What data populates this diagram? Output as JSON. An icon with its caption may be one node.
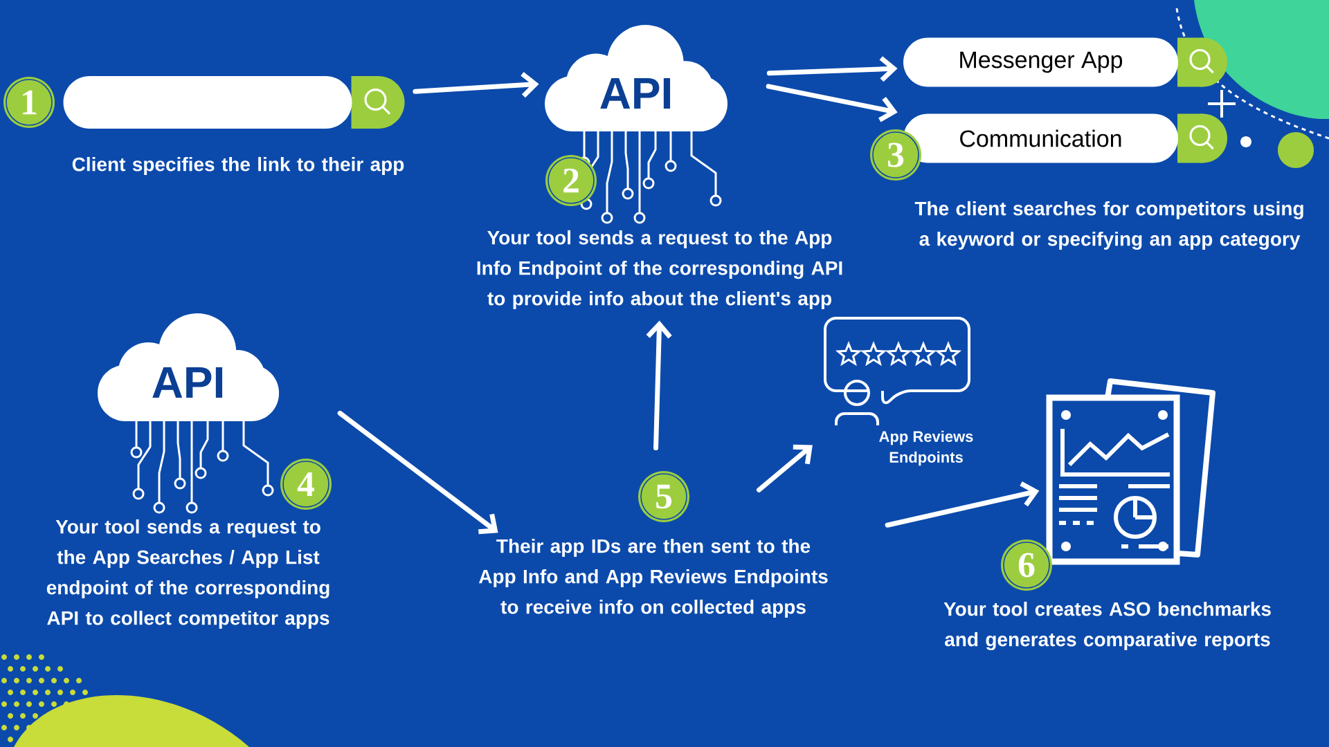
{
  "diagram": {
    "nodes": [
      {
        "text": [],
        "shape": "box",
        "beside": [
          "Client specifies the link to their app"
        ]
      },
      {
        "text": [
          "API"
        ]
      },
      {
        "text": [
          "Your tool sends a request to the App Info Endpoint of the corresponding API to provide info about the client's app"
        ]
      },
      {
        "text": [
          "Messenger App"
        ]
      },
      {
        "text": [
          "Communication"
        ],
        "beside": [
          "The client searches for competitors using a keyword or specifying an app category"
        ]
      },
      {
        "text": [
          "API"
        ],
        "beside": [
          "Your tool sends a request to the App Searches / App List endpoint of the corresponding API to collect competitor apps"
        ]
      },
      {
        "text": [
          "Their app IDs are then sent to the App Info and App Reviews Endpoints to receive info on collected apps"
        ]
      },
      {
        "text": [
          "App Reviews Endpoints"
        ]
      },
      {
        "text": [],
        "shape": "document",
        "beside": [
          "Your tool creates ASO benchmarks and generates comparative reports"
        ]
      }
    ],
    "edges": [
      {
        "from": 0,
        "to": 1,
        "arrow": "to"
      },
      {
        "from": 1,
        "to": 3,
        "arrow": "to"
      },
      {
        "from": 1,
        "to": 4,
        "arrow": "to"
      },
      {
        "from": 5,
        "to": 6,
        "arrow": "to"
      },
      {
        "from": 6,
        "to": 2,
        "arrow": "to"
      },
      {
        "from": 6,
        "to": 7,
        "arrow": "to"
      },
      {
        "from": 6,
        "to": 8,
        "arrow": "to"
      }
    ],
    "labels": [
      "1",
      "2",
      "3",
      "4",
      "5",
      "6"
    ]
  }
}
